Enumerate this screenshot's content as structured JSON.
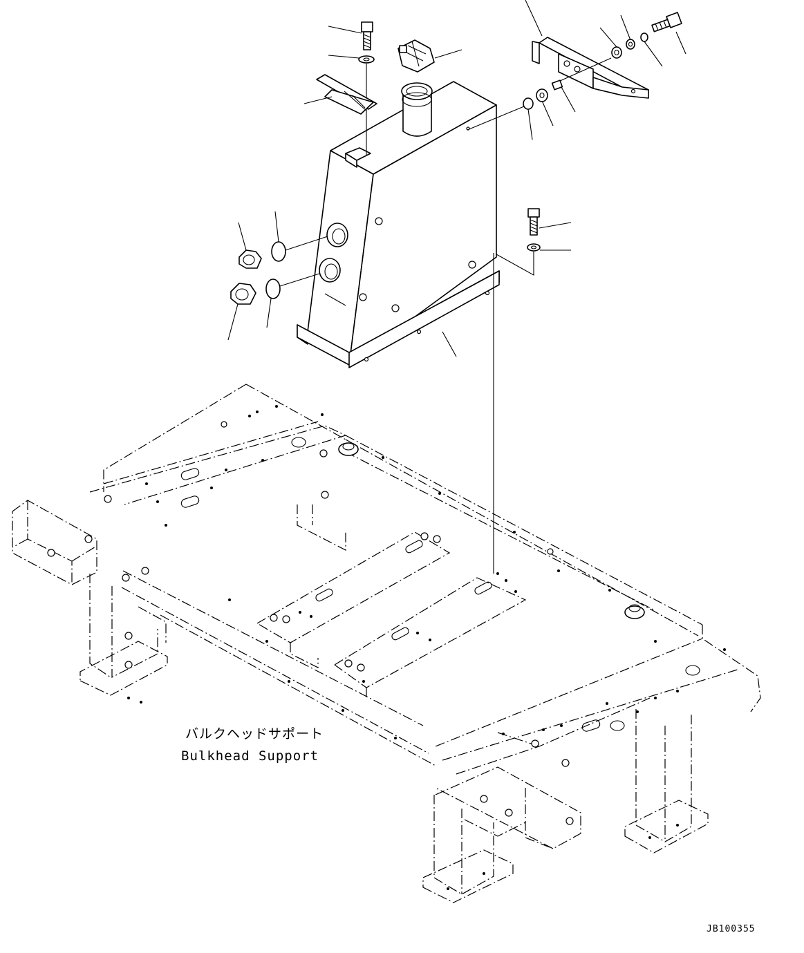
{
  "diagram": {
    "caption_jp": "バルクヘッドサポート",
    "caption_en": "Bulkhead Support",
    "drawing_code": "JB100355"
  }
}
